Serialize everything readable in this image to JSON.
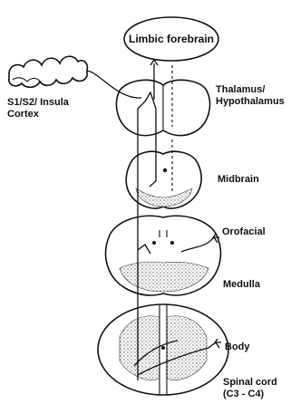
{
  "diagram": {
    "limbic_label": "Limbic forebrain",
    "thalamus_label_1": "Thalamus/",
    "thalamus_label_2": "Hypothalamus",
    "cortex_label_1": "S1/S2/ Insula",
    "cortex_label_2": "Cortex",
    "midbrain_label": "Midbrain",
    "orofacial_label": "Orofacial",
    "medulla_label": "Medulla",
    "body_label": "Body",
    "spinal_label_1": "Spinal cord",
    "spinal_label_2": "(C3 - C4)"
  }
}
